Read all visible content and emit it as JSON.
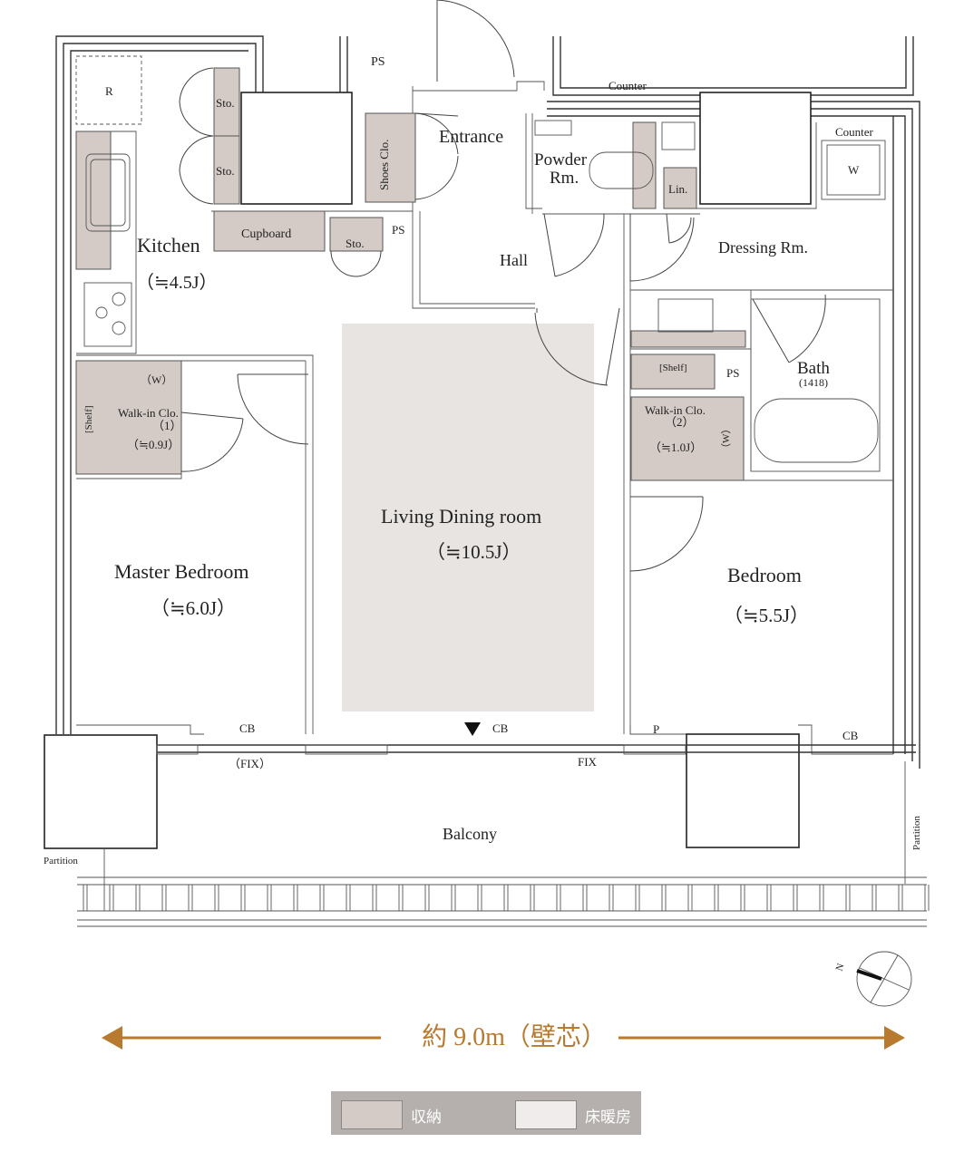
{
  "colors": {
    "storage": "#d4cbc6",
    "floor_heating": "#e8e4e2",
    "dimension": "#b87a2f",
    "legend_bg": "#b5b0ad"
  },
  "rooms": {
    "kitchen": {
      "name": "Kitchen",
      "size": "（≒4.5J）"
    },
    "entrance": {
      "name": "Entrance"
    },
    "powder": {
      "name_line1": "Powder",
      "name_line2": "Rm."
    },
    "hall": {
      "name": "Hall"
    },
    "dressing": {
      "name": "Dressing Rm."
    },
    "bath": {
      "name": "Bath",
      "size": "(1418)"
    },
    "living": {
      "name": "Living Dining room",
      "size": "（≒10.5J）"
    },
    "master": {
      "name": "Master Bedroom",
      "size": "（≒6.0J）"
    },
    "bedroom": {
      "name": "Bedroom",
      "size": "（≒5.5J）"
    },
    "balcony": {
      "name": "Balcony"
    }
  },
  "fixtures": {
    "fridge": "R",
    "sto": "Sto.",
    "shoes": "Shoes Clo.",
    "cupboard": "Cupboard",
    "ps": "PS",
    "lin": "Lin.",
    "counter": "Counter",
    "washer": "W",
    "shelf": "[Shelf]",
    "walkin1": {
      "line1": "Walk-in Clo.",
      "line2": "（1）",
      "size": "（≒0.9J）",
      "w": "（W）"
    },
    "walkin2": {
      "line1": "Walk-in Clo.",
      "line2": "（2）",
      "size": "（≒1.0J）",
      "w": "（W）"
    },
    "cb": "CB",
    "fix": "FIX",
    "fix_paren": "（FIX）",
    "p": "P",
    "partition": "Partition",
    "north": "N"
  },
  "dimension": {
    "label": "約 9.0m（壁芯）"
  },
  "legend": {
    "storage_label": "収納",
    "heating_label": "床暖房"
  }
}
